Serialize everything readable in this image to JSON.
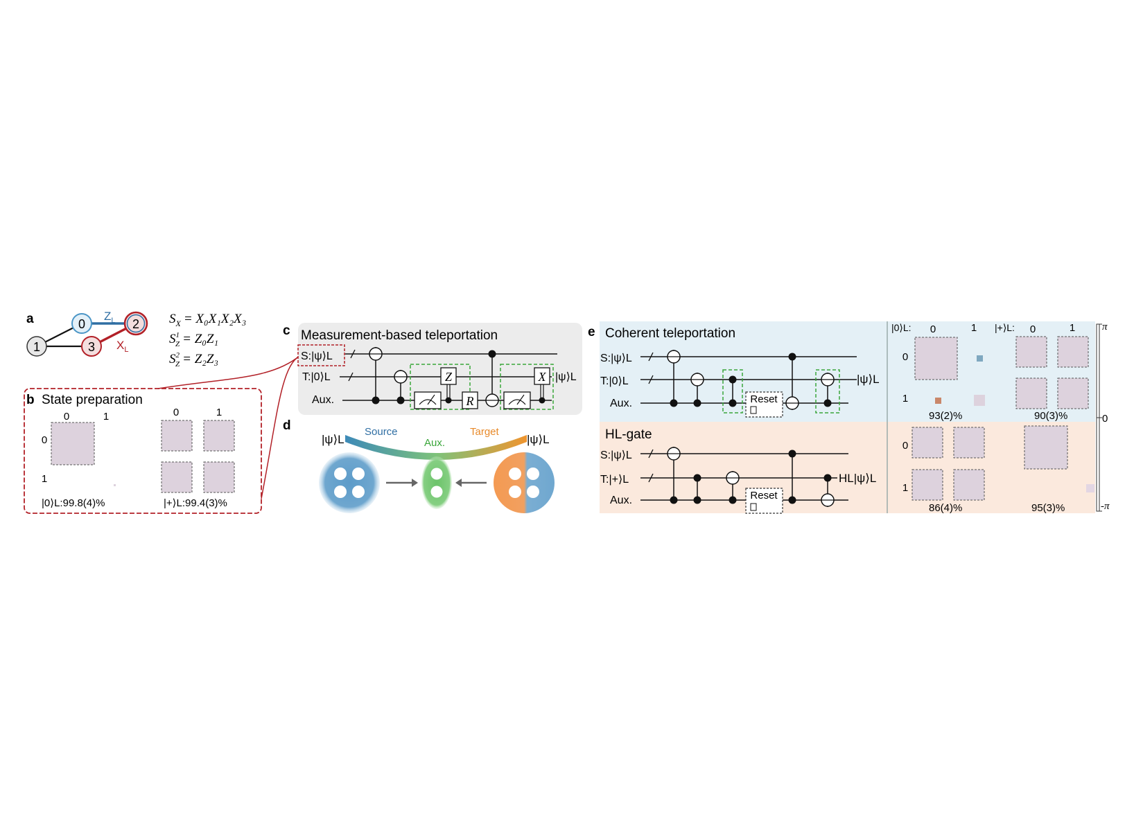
{
  "panel_a": {
    "label": "a",
    "nodes": [
      "0",
      "1",
      "2",
      "3"
    ],
    "zl": "Z",
    "zl_sub": "L",
    "xl": "X",
    "xl_sub": "L",
    "stabilizers": {
      "sx_lhs": "S",
      "sx_lhs_sub": "X",
      "sx_rhs": "= X₀X₁X₂X₃",
      "sz1_lhs": "S",
      "sz1_sup": "1",
      "sz1_sub": "Z",
      "sz1_rhs": "= Z₀Z₁",
      "sz2_lhs": "S",
      "sz2_sup": "2",
      "sz2_sub": "Z",
      "sz2_rhs": "= Z₂Z₃"
    }
  },
  "panel_b": {
    "label": "b",
    "title": "State preparation",
    "col0": "0",
    "col1": "1",
    "row0": "0",
    "row1": "1",
    "caption_left": "|0⟩L:99.8(4)%",
    "caption_right": "|+⟩L:99.4(3)%",
    "zero_state_matrix": [
      [
        1.0,
        0.0
      ],
      [
        0.0,
        0.0
      ]
    ],
    "plus_state_matrix": [
      [
        0.5,
        0.5
      ],
      [
        0.5,
        0.5
      ]
    ]
  },
  "panel_c": {
    "label": "c",
    "title": "Measurement-based teleportation",
    "wire_s": "S:|ψ⟩L",
    "wire_t": "T:|0⟩L",
    "wire_aux": "Aux.",
    "gate_z": "Z",
    "gate_r": "R",
    "gate_x": "X",
    "output": "|ψ⟩L"
  },
  "panel_d": {
    "label": "d",
    "input": "|ψ⟩L",
    "output": "|ψ⟩L",
    "source": "Source",
    "aux": "Aux.",
    "target": "Target"
  },
  "panel_e": {
    "label": "e",
    "coherent_title": "Coherent teleportation",
    "hgate_title": "HL-gate",
    "wire_s": "S:|ψ⟩L",
    "wire_t0": "T:|0⟩L",
    "wire_tplus": "T:|+⟩L",
    "wire_aux": "Aux.",
    "reset": "Reset",
    "output_top": "|ψ⟩L",
    "output_bottom": "HL|ψ⟩L",
    "matrix_header_0": "|0⟩L:",
    "matrix_header_plus": "|+⟩L:",
    "col0": "0",
    "col1": "1",
    "row0": "0",
    "row1": "1",
    "fid_top_left": "93(2)%",
    "fid_top_right": "90(3)%",
    "fid_bottom_left": "86(4)%",
    "fid_bottom_right": "95(3)%",
    "colorbar_top": "π",
    "colorbar_mid": "0",
    "colorbar_bottom": "-π"
  },
  "colors": {
    "red": "#b22027",
    "blue": "#2f6ea3",
    "green_box": "#3aa63a",
    "matrix_fill": "#ddd2dd",
    "teal_small": "#7fa8c0",
    "orange_small": "#c9876a",
    "panel_gray": "#ececec",
    "panel_blue": "#e4f0f6",
    "panel_orange": "#fbe9dd"
  }
}
